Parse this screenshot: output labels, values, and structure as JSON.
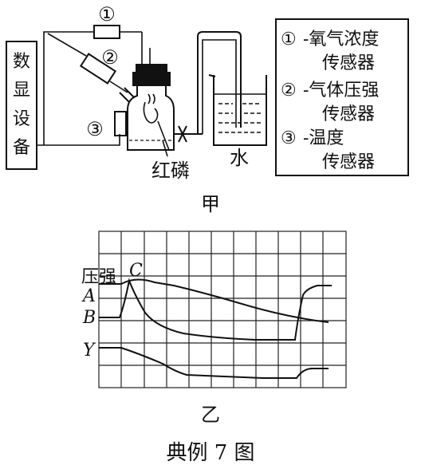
{
  "apparatus": {
    "display_device": [
      "数",
      "显",
      "设",
      "备"
    ],
    "sensor_markers": [
      "①",
      "②",
      "③"
    ],
    "phosphorus_label": "红磷",
    "water_label": "水",
    "figure_label": "甲"
  },
  "legend": {
    "items": [
      {
        "marker": "①",
        "line1": "-氧气浓度",
        "line2": "传感器"
      },
      {
        "marker": "②",
        "line1": "-气体压强",
        "line2": "传感器"
      },
      {
        "marker": "③",
        "line1": "-温度",
        "line2": "传感器"
      }
    ]
  },
  "graph": {
    "pressure_label": "压强",
    "point_c_label": "C",
    "y_labels": [
      "A",
      "B",
      "Y"
    ],
    "figure_label": "乙"
  },
  "caption": "典例 7 图"
}
